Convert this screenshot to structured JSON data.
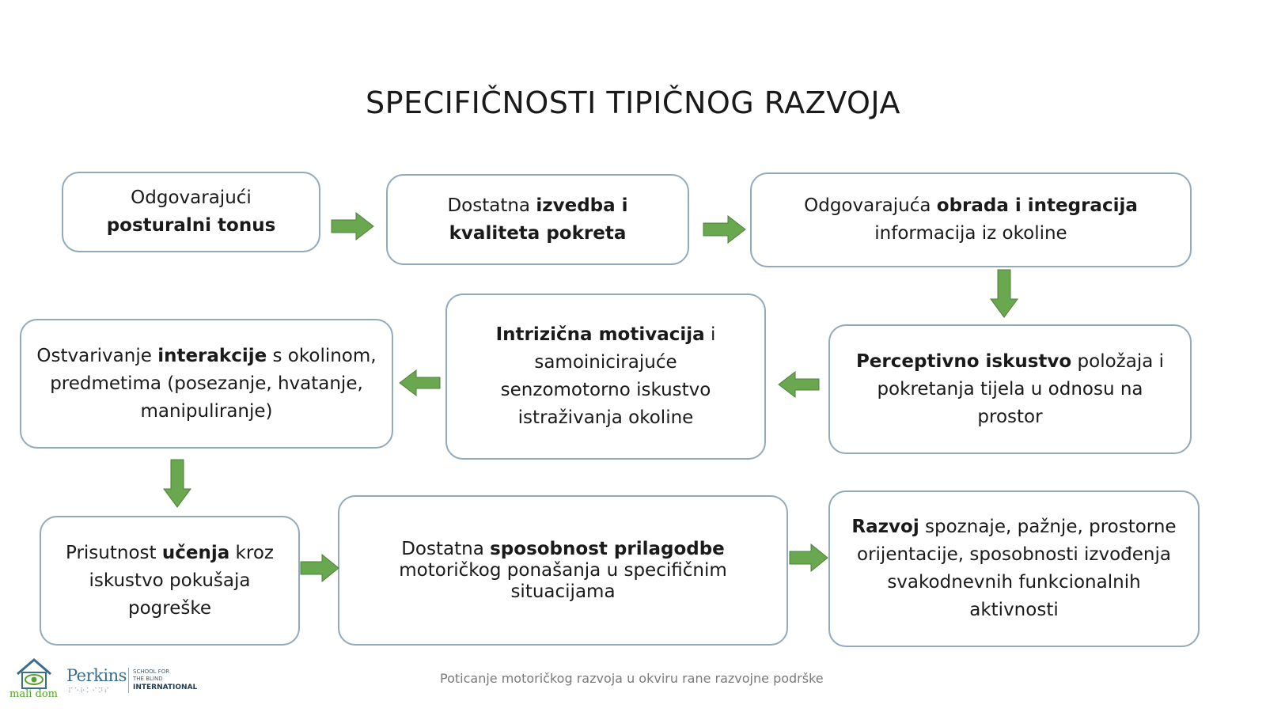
{
  "title": "SPECIFIČNOSTI TIPIČNOG RAZVOJA",
  "boxes": {
    "b1": {
      "t1": "Odgovarajući ",
      "b1": "posturalni tonus"
    },
    "b2": {
      "t1": "Dostatna ",
      "b1": "izvedba i kvaliteta pokreta"
    },
    "b3": {
      "t1": "Odgovarajuća ",
      "b1": "obrada i integracija",
      "t2": " informacija iz okoline"
    },
    "b4": {
      "b1": "Perceptivno iskustvo",
      "t2": " položaja i pokretanja tijela u odnosu na prostor"
    },
    "b5": {
      "b1": "Intrizična motivacija",
      "t2": " i samoinicirajuće senzomotorno iskustvo istraživanja okoline"
    },
    "b6": {
      "t1": "Ostvarivanje ",
      "b1": "interakcije",
      "t2": " s okolinom, predmetima (posezanje, hvatanje, manipuliranje)"
    },
    "b7": {
      "t1": "Prisutnost ",
      "b1": "učenja",
      "t2": " kroz iskustvo pokušaja pogreške"
    },
    "b8": {
      "t1": "Dostatna ",
      "b1": "sposobnost prilagodbe",
      "t2": " motoričkog ponašanja u specifičnim situacijama"
    },
    "b9": {
      "b1": "Razvoj",
      "t2": " spoznaje, pažnje, prostorne orijentacije, sposobnosti izvođenja svakodnevnih funkcionalnih aktivnosti"
    }
  },
  "footer": "Poticanje motoričkog razvoja u okviru rane razvojne podrške",
  "logos": {
    "mali_dom": "mali dom",
    "perkins": "Perkins",
    "perkins_sub1": "SCHOOL FOR",
    "perkins_sub2": "THE BLIND",
    "perkins_sub3": "INTERNATIONAL"
  },
  "colors": {
    "border": "#93aabd",
    "arrow": "#6aa84f",
    "arrow_edge": "#4e7f3a",
    "logo_text": "#3a6d8c",
    "mali_dom_green": "#5aa02c"
  }
}
